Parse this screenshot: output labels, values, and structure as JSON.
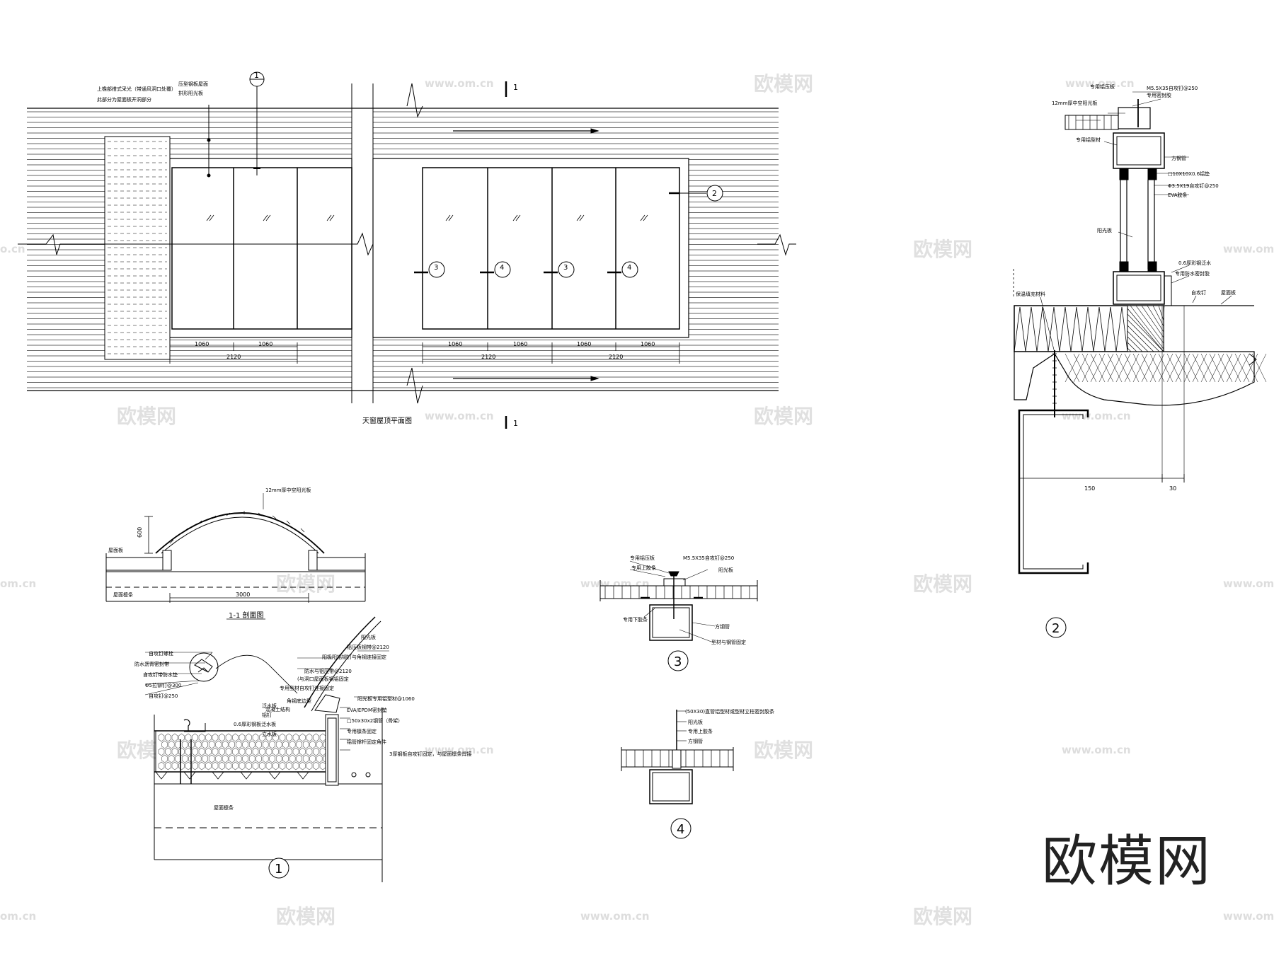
{
  "plan": {
    "title": "天窗屋顶平面图",
    "section_mark": "1",
    "notes": [
      "上檐部搭式采光（带通风洞口处覆）",
      "此部分为屋面板开洞部分"
    ],
    "callouts": [
      "压型钢板屋面",
      "拱形阳光板"
    ],
    "dims_left": [
      "1060",
      "1060"
    ],
    "dim_left_total": "2120",
    "dims_right": [
      "1060",
      "1060",
      "1060",
      "1060"
    ],
    "dims_right_totals": [
      "2120",
      "2120"
    ],
    "markers": [
      "1",
      "2",
      "3",
      "4",
      "3",
      "4"
    ]
  },
  "section11": {
    "title": "1-1 剖面图",
    "arch_label": "12mm厚中空阳光板",
    "height": "600",
    "span": "3000",
    "left_labels": [
      "屋面板",
      "屋面檩条"
    ]
  },
  "detail1": {
    "marker": "1",
    "labels_left": [
      "自攻钉螺栓",
      "防水沥青密封带",
      "自攻钉带防水垫",
      "Φ5拉铆钉@300",
      "自攻钉@250"
    ],
    "labels_top": [
      "阳光板",
      "铝压板钢带@2120",
      "阳极阳铝铆钉与角钢连接固定",
      "防水与铝压带@2120",
      "(与洞口屋面板钢铝固定",
      "专用型材自攻钉连接固定",
      "角钢底边型",
      "混凝土结构",
      "泛水板",
      "铝钉",
      "0.6厚彩钢板泛水板",
      "立水板"
    ],
    "labels_right": [
      "阳光板专用铝型材@1060",
      "EVA/EPDM密封垫",
      "□50x30x2钢管（骨架）",
      "专用檩条固定",
      "铝管撑杆固定角件"
    ],
    "bottom_note": "3厚钢板自攻钉固定，与屋面檩条焊接",
    "beam_label": "屋面檩条"
  },
  "detail2": {
    "marker": "2",
    "labels": [
      "专用铝压板",
      "M5.5X35自攻钉@250",
      "专用密封胶",
      "12mm厚中空阳光板",
      "专用铝型材",
      "方钢管",
      "□10X10X0.6铝垫",
      "Φ3.5X19自攻钉@250",
      "EVA胶条",
      "阳光板",
      "0.6厚彩钢泛水",
      "专用防水密封胶",
      "自攻钉",
      "屋面板",
      "保温填充材料"
    ],
    "dims": [
      "150",
      "30"
    ]
  },
  "detail3": {
    "marker": "3",
    "labels": [
      "专用铝压板",
      "M5.5X35自攻钉@250",
      "专用上胶条",
      "阳光板",
      "专用下胶条",
      "方钢管",
      "型材与钢管固定"
    ]
  },
  "detail4": {
    "marker": "4",
    "labels": [
      "(50X30)直管铝型材或型材立柱密封胶条",
      "阳光板",
      "专用上胶条",
      "方钢管"
    ]
  },
  "watermarks": {
    "logo": "欧模网",
    "url": "www.om.cn",
    "url_partial": "om.cn",
    "url_left": "o.cn"
  }
}
